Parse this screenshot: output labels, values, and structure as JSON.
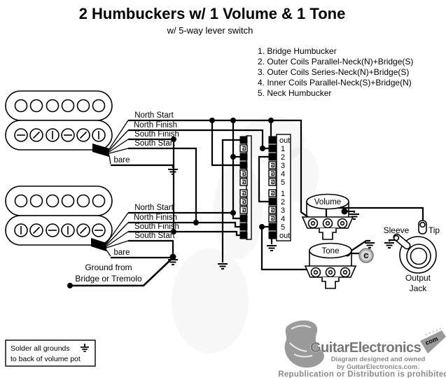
{
  "header": {
    "title": "2 Humbuckers w/ 1 Volume & 1 Tone",
    "subtitle": "w/ 5-way lever switch"
  },
  "switch_positions": [
    "1. Bridge Humbucker",
    "2. Outer Coils Parallel-Neck(N)+Bridge(S)",
    "3. Outer Coils Series-Neck(N)+Bridge(S)",
    "4. Inner Coils Parallel-Neck(S)+Bridge(N)",
    "5. Neck Humbucker"
  ],
  "bridge_pickup": {
    "wires": [
      "North Start",
      "North Finish",
      "South Finish",
      "South Start",
      "bare"
    ]
  },
  "neck_pickup": {
    "wires": [
      "North Start",
      "North Finish",
      "South Finish",
      "South Start",
      "bare"
    ]
  },
  "ground_label": {
    "line1": "Ground from",
    "line2": "Bridge or Tremolo"
  },
  "lever_switch": {
    "terminal_labels": [
      "out",
      "1",
      "2",
      "3",
      "4",
      "5",
      "1",
      "2",
      "3",
      "4",
      "5",
      "out"
    ]
  },
  "controls": {
    "volume_label": "Volume",
    "tone_label": "Tone",
    "capacitor_label": "C"
  },
  "output_jack": {
    "sleeve_label": "Sleeve",
    "tip_label": "Tip",
    "name_line1": "Output",
    "name_line2": "Jack"
  },
  "note_box": {
    "line1": "Solder all grounds",
    "line2": "to back of volume pot"
  },
  "logo": {
    "brand": "GuitarElectronics",
    "tld": "com",
    "credit_line1": "Diagram designed and owned",
    "credit_line2": "by GuitarElectronics.com.",
    "warning": "Republication or Distribution is prohibited"
  },
  "colors": {
    "wire": "#000000",
    "logo_gray": "#8a8a8a",
    "capacitor_fill": "#b3b3b3"
  }
}
